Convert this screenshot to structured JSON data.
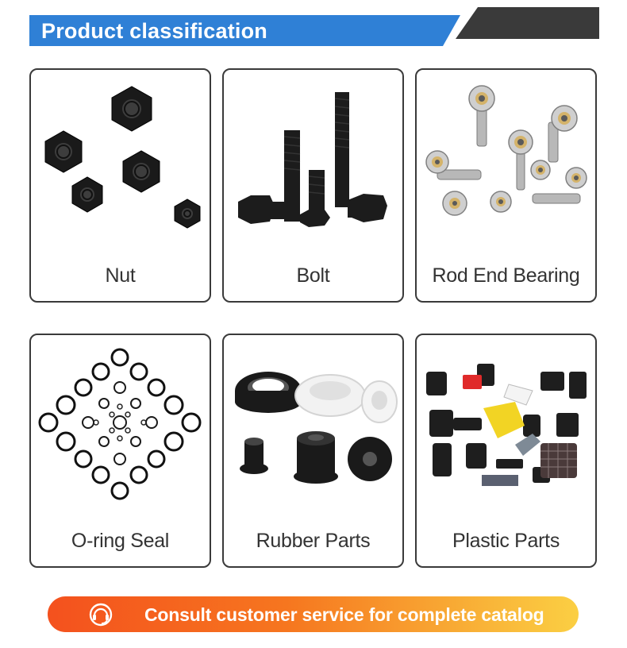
{
  "header": {
    "title": "Product classification",
    "colors": {
      "primary": "#2f80d6",
      "dark": "#3a3a3a"
    }
  },
  "products": [
    {
      "label": "Nut",
      "icon": "hex-nut-image"
    },
    {
      "label": "Bolt",
      "icon": "hex-bolt-image"
    },
    {
      "label": "Rod End Bearing",
      "icon": "rod-end-bearing-image"
    },
    {
      "label": "O-ring Seal",
      "icon": "o-ring-image"
    },
    {
      "label": "Rubber Parts",
      "icon": "rubber-parts-image"
    },
    {
      "label": "Plastic Parts",
      "icon": "plastic-parts-image"
    }
  ],
  "cta": {
    "label": "Consult customer service for complete catalog",
    "icon": "headset-icon",
    "colors": {
      "start": "#f4511e",
      "end": "#fbcf43"
    }
  }
}
